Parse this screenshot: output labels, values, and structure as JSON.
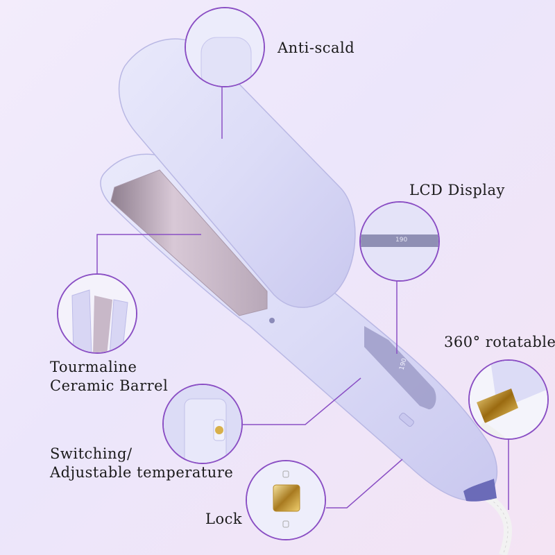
{
  "labels": {
    "anti_scald": "Anti-scald",
    "lcd_display": "LCD Display",
    "rotatable": "360° rotatable",
    "tourmaline_line1": "Tourmaline",
    "tourmaline_line2": "Ceramic Barrel",
    "switching_line1": "Switching/",
    "switching_line2": "Adjustable temperature",
    "lock": "Lock"
  },
  "display": {
    "temperature": "190",
    "callout_temperature": "190"
  },
  "colors": {
    "accent": "#8a4fc4",
    "body": "#dcdcf6",
    "barrel": "#c9b6c8",
    "gold": "#c9a23a"
  }
}
